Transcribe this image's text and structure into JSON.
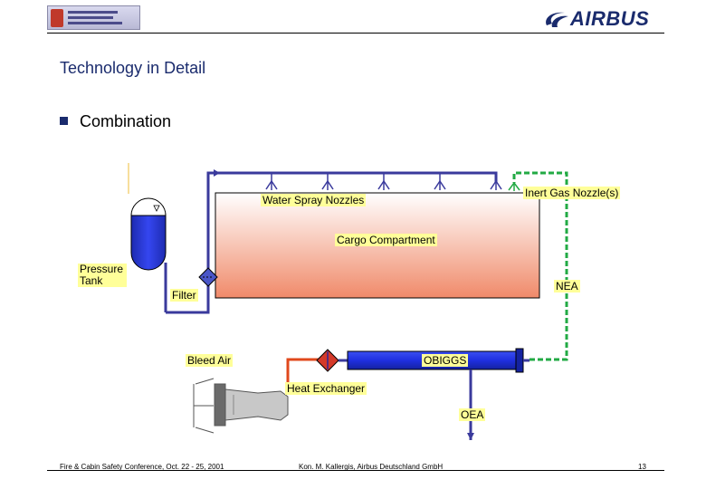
{
  "slide": {
    "title": "Technology in Detail",
    "bullet": "Combination",
    "page_number": "13"
  },
  "header": {
    "brand": "AIRBUS"
  },
  "footer": {
    "left": "Fire & Cabin Safety Conference, Oct. 22 - 25, 2001",
    "middle": "Kon. M. Kallergis, Airbus Deutschland GmbH"
  },
  "diagram": {
    "labels": {
      "water_spray_nozzles": "Water Spray Nozzles",
      "inert_gas_nozzles": "Inert Gas Nozzle(s)",
      "cargo_compartment": "Cargo Compartment",
      "pressure_tank": "Pressure Tank",
      "filter": "Filter",
      "nea": "NEA",
      "bleed_air": "Bleed Air",
      "obiggs": "OBIGGS",
      "heat_exchanger": "Heat Exchanger",
      "oea": "OEA"
    },
    "colors": {
      "water_line": "#3a3a9c",
      "inert_gas_line": "#22aa44",
      "bleed_air_line": "#e0481c",
      "cargo_top": "#ffffff",
      "cargo_bottom": "#f08a6a",
      "tank_fill": "#2b3bd8",
      "obiggs_fill": "#1f2fe0",
      "label_background": "#ffff99"
    }
  }
}
